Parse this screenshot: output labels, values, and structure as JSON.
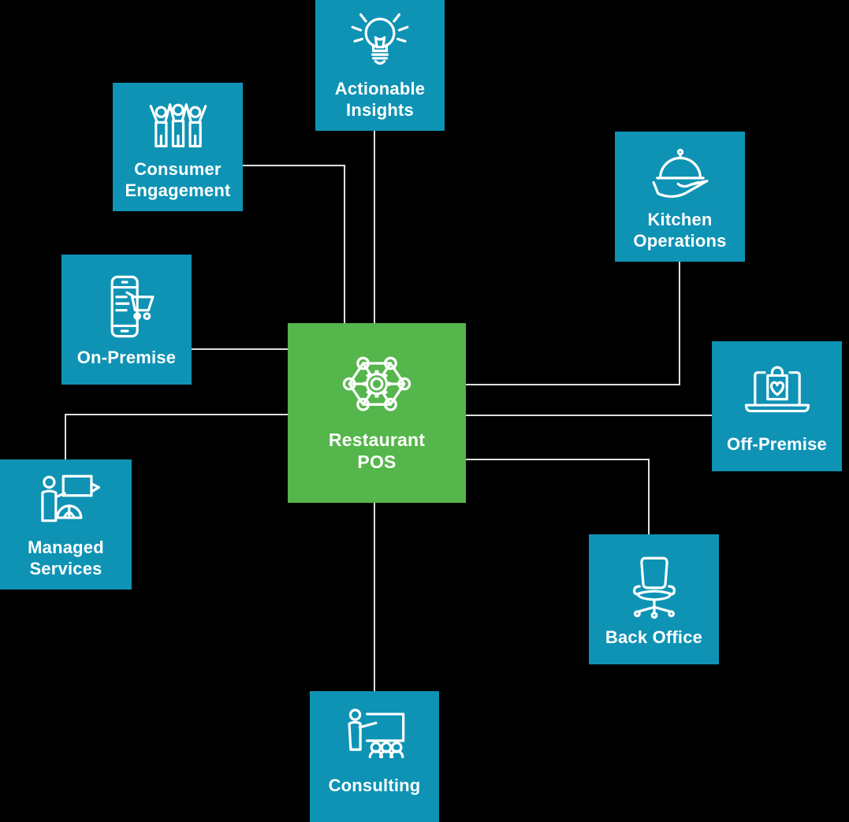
{
  "diagram": {
    "background_color": "#000000",
    "connector_color": "#dde2dc",
    "node_color": "#0e93b5",
    "center_color": "#55b64b",
    "text_color": "#ffffff",
    "center": {
      "id": "restaurant-pos",
      "label": "Restaurant\nPOS",
      "icon": "network-gear-icon"
    },
    "nodes": [
      {
        "id": "actionable-insights",
        "label": "Actionable\nInsights",
        "icon": "lightbulb-icon"
      },
      {
        "id": "consumer-engagement",
        "label": "Consumer\nEngagement",
        "icon": "people-highfive-icon"
      },
      {
        "id": "kitchen-operations",
        "label": "Kitchen\nOperations",
        "icon": "cloche-hand-icon"
      },
      {
        "id": "on-premise",
        "label": "On-Premise",
        "icon": "phone-cart-icon"
      },
      {
        "id": "off-premise",
        "label": "Off-Premise",
        "icon": "laptop-bag-heart-icon"
      },
      {
        "id": "managed-services",
        "label": "Managed\nServices",
        "icon": "person-flag-globe-icon"
      },
      {
        "id": "back-office",
        "label": "Back Office",
        "icon": "office-chair-icon"
      },
      {
        "id": "consulting",
        "label": "Consulting",
        "icon": "presenter-board-icon"
      }
    ]
  }
}
